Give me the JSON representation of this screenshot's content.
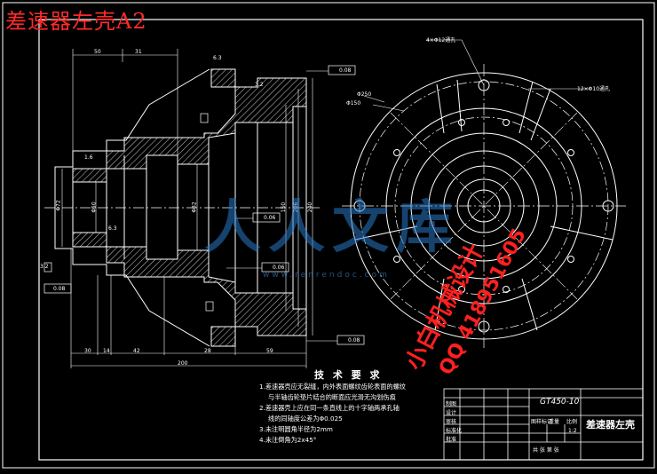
{
  "drawing": {
    "title": "差速器左壳A2",
    "part_name": "差速器左壳",
    "drawing_code": "GT450-10"
  },
  "watermarks": {
    "contact_line1": "小白机械设计",
    "contact_line2": "QQ 418951605",
    "site_logo": "人人文库",
    "site_url": "www.renrendoc.com"
  },
  "technical_requirements": {
    "heading": "技 术 要 求",
    "items": [
      "1.差速器壳应无裂缝，内外表面螺纹齿轮表面的螺纹",
      "与半轴齿轮垫片结合的断面应光滑无沟划伤痕",
      "2.差速器壳上应在同一条直线上的十字轴两承孔轴",
      "线的同轴度公差为Φ0.025",
      "3.未注明圆角半径为2mm",
      "4.未注倒角为2x45°"
    ]
  },
  "dimensions": {
    "left_top": [
      "50",
      "31"
    ],
    "bottom": [
      "30",
      "14",
      "42",
      "28",
      "59"
    ],
    "overall_length": "200",
    "diameters_left": [
      "Φ72",
      "Φ50"
    ],
    "diameters_center": [
      "Φ82",
      "150",
      "206",
      "240"
    ],
    "circle_notes": [
      "4×Φ12通孔",
      "12×Φ10通孔",
      "Φ250",
      "Φ150"
    ]
  },
  "tolerance_labels": [
    "0.08",
    "0.06",
    "0.06",
    "0.08",
    "0.08"
  ],
  "roughness_labels": [
    "6.3",
    "3.2",
    "1.6",
    "6.3",
    "3.2"
  ],
  "title_block": {
    "rows": [
      "制图",
      "设计",
      "审核",
      "标准化",
      "批准"
    ],
    "cols": [
      "图样标记",
      "重量",
      "比例"
    ],
    "scale": "1:2",
    "sheet": "共 张 第 张"
  }
}
